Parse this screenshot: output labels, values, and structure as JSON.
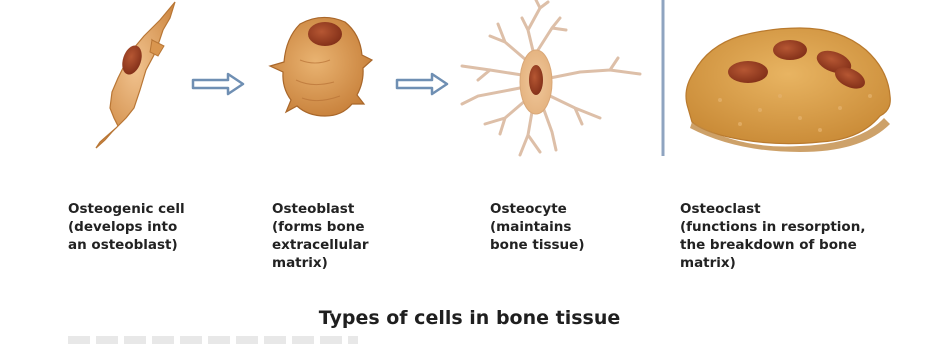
{
  "title": "Types of cells in bone tissue",
  "cells": [
    {
      "name": "Osteogenic cell",
      "description_lines": [
        "(develops into",
        "an osteoblast)"
      ]
    },
    {
      "name": "Osteoblast",
      "description_lines": [
        "(forms bone",
        "extracellular",
        "matrix)"
      ]
    },
    {
      "name": "Osteocyte",
      "description_lines": [
        "(maintains",
        "bone tissue)"
      ]
    },
    {
      "name": "Osteoclast",
      "description_lines": [
        "(functions in resorption,",
        "the breakdown of bone",
        "matrix)"
      ]
    }
  ],
  "colors": {
    "cell_fill": "#d99a55",
    "cell_fill_light": "#f2cfa6",
    "nucleus": "#9c3d22",
    "osteoclast_fill": "#d9a04d",
    "arrow": "#6f8fb3",
    "divider": "#8fa4c0"
  },
  "icons": [
    "right-arrow-icon",
    "right-arrow-icon"
  ]
}
